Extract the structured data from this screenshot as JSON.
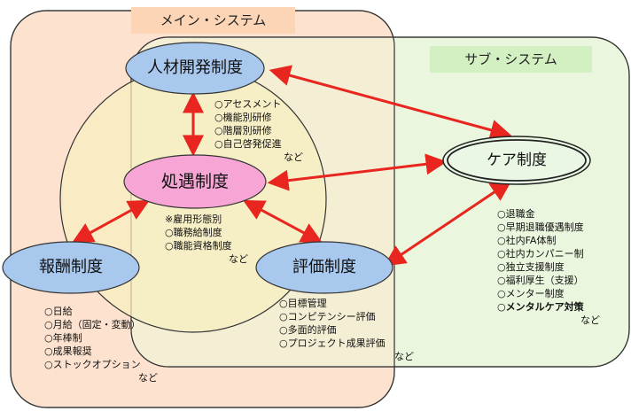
{
  "main_system": {
    "label": "メイン・システム"
  },
  "sub_system": {
    "label": "サブ・システム"
  },
  "nodes": {
    "jinzai": "人材開発制度",
    "shogu": "処遇制度",
    "houshu": "報酬制度",
    "hyouka": "評価制度",
    "care": "ケア制度"
  },
  "lists": {
    "jinzai": [
      "○アセスメント",
      "○機能別研修",
      "○階層別研修",
      "○自己啓発促進"
    ],
    "jinzai_etc": "など",
    "shogu": [
      "※雇用形態別",
      "○職務給制度",
      "○職能資格制度"
    ],
    "shogu_etc": "など",
    "houshu": [
      "○日給",
      "○月給（固定・変動）",
      "○年棒制",
      "○成果報奨",
      "○ストックオプション"
    ],
    "houshu_etc": "など",
    "hyouka": [
      "○目標管理",
      "○コンピテンシー評価",
      "○多面的評価",
      "○プロジェクト成果評価"
    ],
    "hyouka_etc": "など",
    "care": [
      "○退職金",
      "○早期退職優遇制度",
      "○社内FA体制",
      "○社内カンパニー制",
      "○独立支援制度",
      "○福利厚生（支援）",
      "○メンター制度",
      "○メンタルケア対策"
    ],
    "care_etc": "など"
  },
  "colors": {
    "main_fill": "#fde3cf",
    "sub_fill": "#eaf6dd",
    "overlap_fill": "#f3eed4",
    "circle_fill": "#f7eec0",
    "blue_oval": "#a8c8ee",
    "pink_oval": "#f6a5d5",
    "care_oval": "#e9f7e4",
    "arrow": "#e8261f"
  }
}
